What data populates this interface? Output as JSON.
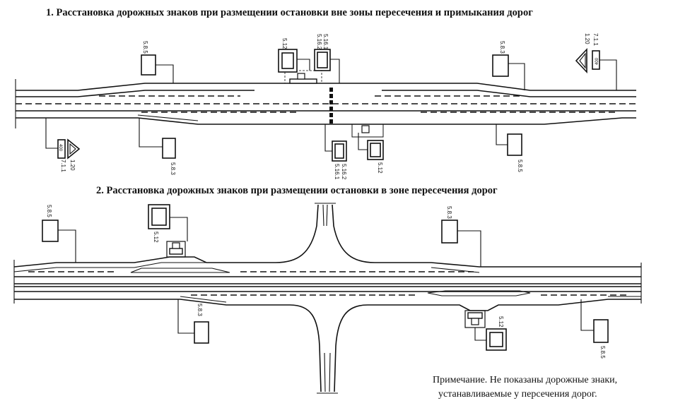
{
  "section1": {
    "title": "1. Расстановка дорожных знаков при размещении остановки вне зоны пересечения и примыкания дорог",
    "signs_top": [
      {
        "label": "5.8.5"
      },
      {
        "label": "5.12"
      },
      {
        "label": "5.16.2",
        "label2": "5.16.1"
      },
      {
        "label": "5.8.3"
      },
      {
        "label": "1.20",
        "label2": "7.1.1",
        "plate": "400"
      }
    ],
    "signs_bottom": [
      {
        "label": "7.1.1",
        "label2": "1.20",
        "plate": "400"
      },
      {
        "label": "5.8.3"
      },
      {
        "label": "5.16.1",
        "label2": "5.16.2"
      },
      {
        "label": "5.12"
      },
      {
        "label": "5.8.5"
      }
    ]
  },
  "section2": {
    "title": "2. Расстановка дорожных знаков при размещении остановки в зоне пересечения дорог",
    "signs_top": [
      {
        "label": "5.8.5"
      },
      {
        "label": "5.12"
      },
      {
        "label": "5.8.3"
      }
    ],
    "signs_bottom": [
      {
        "label": "5.8.3"
      },
      {
        "label": "5.12"
      },
      {
        "label": "5.8.5"
      }
    ]
  },
  "note": {
    "line1": "Примечание. Не показаны дорожные знаки,",
    "line2": "устанавливаемые у персечения дорог."
  }
}
